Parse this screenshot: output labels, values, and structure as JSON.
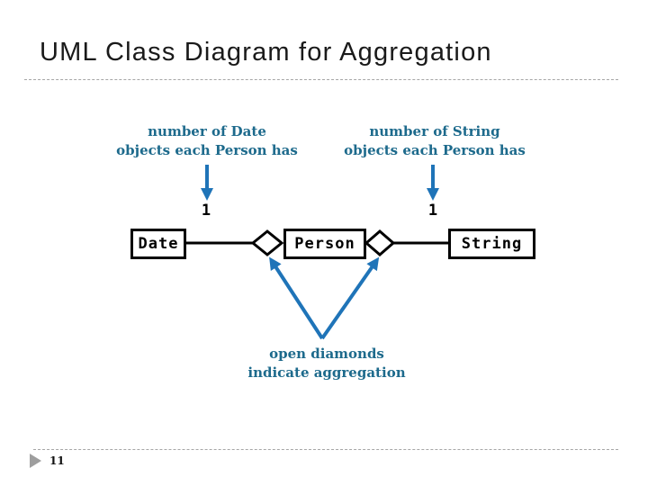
{
  "slide": {
    "title": "UML Class Diagram for Aggregation",
    "page_number": "11"
  },
  "diagram": {
    "classes": [
      {
        "name": "Date"
      },
      {
        "name": "Person"
      },
      {
        "name": "String"
      }
    ],
    "multiplicities": [
      {
        "value": "1"
      },
      {
        "value": "1"
      }
    ],
    "annotations": {
      "date_label": {
        "line1": "number of Date",
        "line2": "objects each Person has"
      },
      "string_label": {
        "line1": "number of String",
        "line2": "objects each Person has"
      },
      "diamond_note": {
        "line1": "open diamonds",
        "line2": "indicate aggregation"
      }
    },
    "colors": {
      "arrow_blue": "#1F74B8",
      "annotation_text": "#1D6A8C",
      "connector_black": "#000000",
      "diamond_fill": "#FFFFFF",
      "dashed_line_gray": "#A6A6A6",
      "footer_triangle_gray": "#9E9E9E"
    }
  }
}
